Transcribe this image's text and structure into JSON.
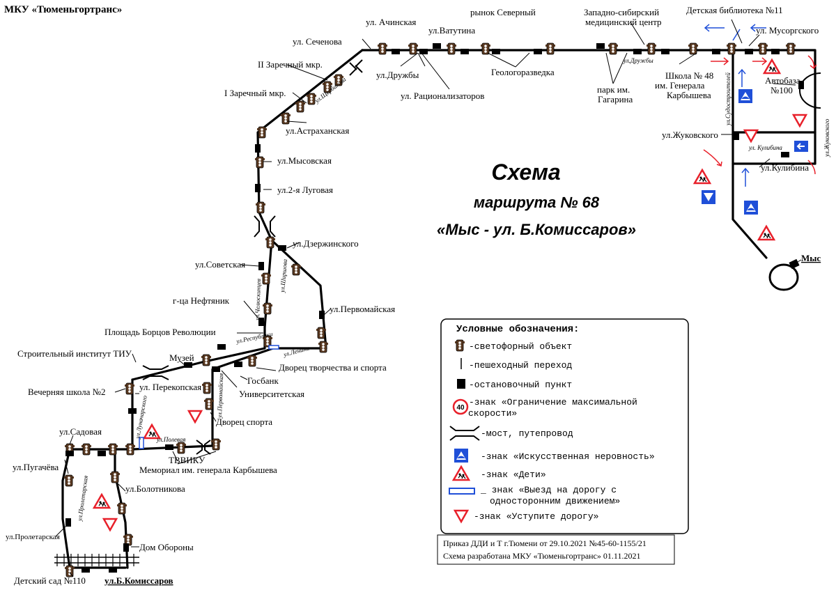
{
  "header": {
    "organization": "МКУ «Тюменьгортранс»"
  },
  "title": {
    "line1": "Схема",
    "line2": "маршрута № 68",
    "line3": "«Мыс - ул. Б.Комиссаров»"
  },
  "stops": {
    "achinskaya": "ул. Ачинская",
    "vatutina": "ул.Ватутина",
    "rynok": "рынок Северный",
    "zapsib1": "Западно-сибирский",
    "zapsib2": "медицинский центр",
    "library": "Детская библиотека №11",
    "musorgskogo": "ул. Мусоргского",
    "druzhby": "ул.Дружбы",
    "ratsionalizatorov": "ул. Рационализаторов",
    "geologorazvedka": "Геологоразведка",
    "park1": "парк им.",
    "park2": "Гагарина",
    "school1": "Школа № 48",
    "school2": "им. Генерала",
    "school3": "Карбышева",
    "avtobaza1": "Автобаза",
    "avtobaza2": "№100",
    "zhukovskogo": "ул.Жуковского",
    "kulibina": "ул.Кулибина",
    "mys": "Мыс",
    "sechenova": "ул. Сеченова",
    "zarechny2": "II Заречный мкр.",
    "zarechny1": "I Заречный мкр.",
    "astrakhanskaya": "ул.Астраханская",
    "mysovskaya": "ул.Мысовская",
    "lugovaya": "ул.2-я Луговая",
    "dzerzhinskogo": "ул.Дзержинского",
    "sovetskaya": "ул.Советская",
    "neftyanik": "г-ца Нефтяник",
    "pervomayskaya": "ул.Первомайская",
    "ploshchad": "Площадь Борцов Революции",
    "stroitelny": "Строительный институт ТИУ",
    "muzey": "Музей",
    "dvorets_tv": "Дворец творчества и спорта",
    "gosbank": "Госбанк",
    "universitetskaya": "Университетская",
    "perekopskaya": "ул. Перекопская",
    "vechernyaya": "Вечерняя школа №2",
    "dvorets_sporta": "Дворец спорта",
    "sadovaya": "ул.Садовая",
    "tvviku": "ТВВИКУ",
    "memorial": "Мемориал им. генерала Карбышева",
    "pugacheva": "ул.Пугачёва",
    "bolotnikova": "ул.Болотникова",
    "proletarskaya": "ул.Пролетарская",
    "dom_oborony": "Дом Обороны",
    "detsad": "Детский сад №110",
    "komissarov": "ул.Б.Комиссаров"
  },
  "streets": {
    "shcherbakova": "ул.Щербакова",
    "druzhby_small": "ул.Дружбы",
    "sudostroiteley": "ул.Судостроителей",
    "kulibina_small": "ул. Кулибина",
    "zhukovskogo_small": "ул.Жуковского",
    "chelyuskintsev": "ул.Челюскинцев",
    "shiryaeva": "ул.Ширшова",
    "respubliki": "ул.Республики",
    "lenina": "ул.Ленина",
    "lunacharskogo": "ул.Луначарского",
    "permyakova": "ул.Первомайская",
    "polevaya": "ул.Полевая",
    "proletarskaya_small": "ул.Пролетарская"
  },
  "legend": {
    "heading": "Условные обозначения:",
    "items": [
      {
        "icon": "traffic-light-icon",
        "text": "-светофорный объект"
      },
      {
        "icon": "crosswalk-icon",
        "text": "-пешеходный переход"
      },
      {
        "icon": "bus-stop-icon",
        "text": "-остановочный пункт"
      },
      {
        "icon": "speed-limit-icon",
        "text": "-знак «Ограничение максимальной",
        "text2": "скорости»",
        "value": "40"
      },
      {
        "icon": "bridge-icon",
        "text": "-мост, путепровод"
      },
      {
        "icon": "speed-bump-icon",
        "text": "-знак «Искусственная неровность»"
      },
      {
        "icon": "children-icon",
        "text": "-знак «Дети»"
      },
      {
        "icon": "one-way-exit-icon",
        "text": "_ знак «Выезд на дорогу с",
        "text2": "односторонним движением»"
      },
      {
        "icon": "yield-icon",
        "text": "-знак «Уступите дорогу»"
      }
    ]
  },
  "order": {
    "line1": "Приказ ДДИ и Т г.Тюмени от 29.10.2021 №45-60-1155/21",
    "line2": "Схема разработана МКУ «Тюменьгортранс» 01.11.2021"
  },
  "colors": {
    "route": "#000000",
    "sign_red": "#e8202a",
    "sign_blue": "#1f4fd8",
    "arrow_red": "#e8202a",
    "arrow_blue": "#1f4fd8"
  }
}
